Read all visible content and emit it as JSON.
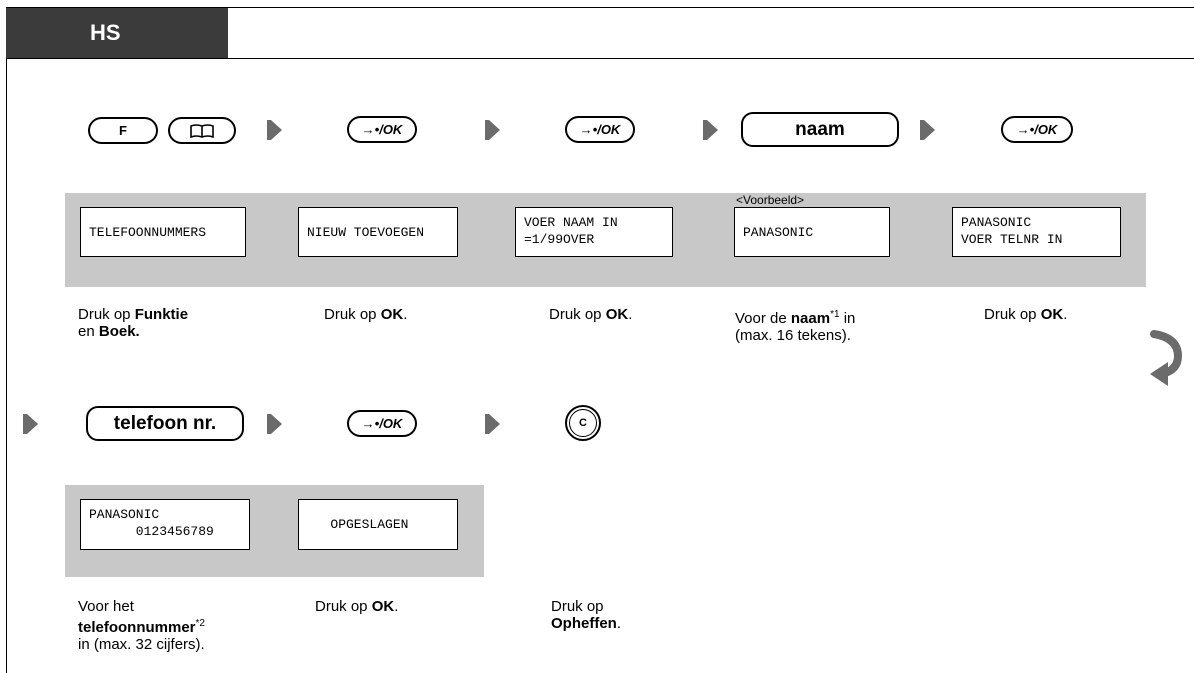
{
  "header": {
    "tab": "HS"
  },
  "keys": {
    "f": "F",
    "ok": "→•/OK",
    "naam": "naam",
    "telefoon": "telefoon nr.",
    "c": "C"
  },
  "examples": {
    "label": "<Voorbeeld>"
  },
  "displays_row1": [
    {
      "line1": "TELEFOONNUMMERS",
      "line2": ""
    },
    {
      "line1": "NIEUW TOEVOEGEN",
      "line2": ""
    },
    {
      "line1": "VOER NAAM IN",
      "line2": "=1/99OVER"
    },
    {
      "line1": "PANASONIC",
      "line2": ""
    },
    {
      "line1": "PANASONIC",
      "line2": "VOER TELNR IN"
    }
  ],
  "displays_row2": [
    {
      "line1": "PANASONIC",
      "line2": "      0123456789"
    },
    {
      "line1": "   OPGESLAGEN",
      "line2": ""
    }
  ],
  "captions_row1": [
    {
      "a": "Druk op ",
      "b": "Funktie",
      "c": "",
      "d": "en ",
      "e": "Boek."
    },
    {
      "a": "Druk op ",
      "b": "OK",
      "c": "."
    },
    {
      "a": "Druk op ",
      "b": "OK",
      "c": "."
    },
    {
      "a": "Voor de ",
      "b": "naam",
      "sup": "*1",
      "c": " in",
      "d": "(max. 16 tekens)."
    },
    {
      "a": "Druk op ",
      "b": "OK",
      "c": "."
    }
  ],
  "captions_row2": [
    {
      "a": "Voor het",
      "b": "telefoonnummer",
      "sup": "*2",
      "d": "in (max. 32 cijfers)."
    },
    {
      "a": "Druk op ",
      "b": "OK",
      "c": "."
    },
    {
      "a": "Druk op",
      "b": "Opheffen",
      "c": "."
    }
  ]
}
